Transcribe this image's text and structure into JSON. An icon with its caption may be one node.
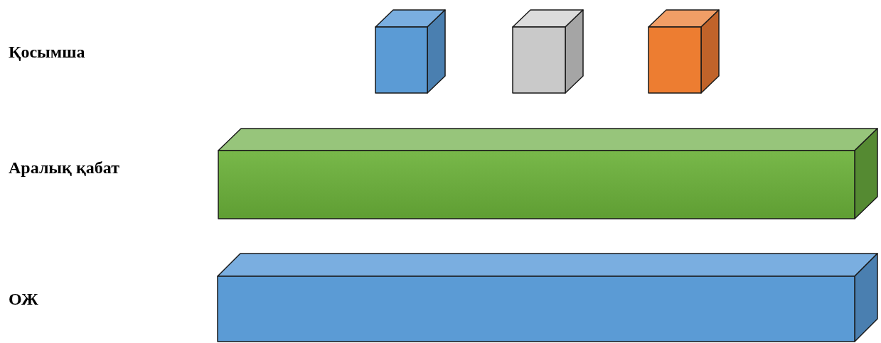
{
  "diagram": {
    "nodes": [
      {
        "text": [],
        "shape": "box"
      },
      {
        "text": [],
        "shape": "box"
      },
      {
        "text": [],
        "shape": "box"
      },
      {
        "text": [],
        "shape": "box"
      },
      {
        "text": [],
        "shape": "box"
      }
    ],
    "labels": [
      "Қосымша",
      "Аралық қабат",
      "ОЖ"
    ]
  }
}
